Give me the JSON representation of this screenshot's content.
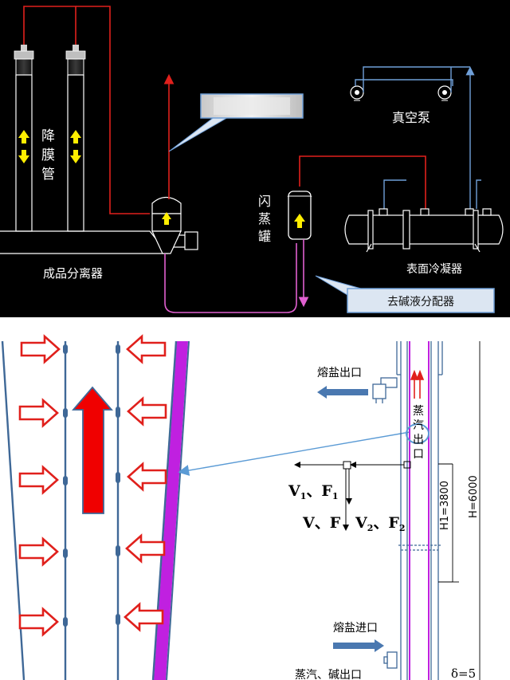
{
  "top_panel": {
    "background": "#000000",
    "labels": {
      "falling_film_tubes": [
        "降",
        "膜",
        "管"
      ],
      "product_separator": "成品分离器",
      "flash_tank": [
        "闪",
        "蒸",
        "罐"
      ],
      "vacuum_pump": "真空泵",
      "surface_condenser": "表面冷凝器",
      "lye_distributor": "去碱液分配器"
    },
    "colors": {
      "steam_line": "#e0201c",
      "vacuum_line": "#6f9fd8",
      "brine_line": "#e060d0",
      "arrow_fill": "#ffee00",
      "callout_fill": "#dce6f2"
    }
  },
  "bottom_panel": {
    "background": "#ffffff",
    "labels": {
      "molten_salt_outlet": "熔盐出口",
      "steam_outlet": [
        "蒸",
        "汽",
        "出",
        "口"
      ],
      "molten_salt_inlet": "熔盐进口",
      "steam_lye_outlet": "蒸汽、碱出口",
      "h1": "H1=3800",
      "h": "H=6000",
      "delta": "δ=5"
    },
    "force_labels": {
      "v1_f1": [
        "V",
        "1",
        "、F",
        "1"
      ],
      "v_f": "V、F",
      "v2_f2": [
        "V",
        "2",
        "、F",
        "2"
      ]
    },
    "colors": {
      "tube_wall": "#3f6897",
      "heat_arrow": "#e0201c",
      "core_arrow": "#f00000",
      "inner_wall": "#c020e0",
      "leader_line": "#5b9bd5",
      "salt_arrow": "#4a78b0"
    }
  }
}
